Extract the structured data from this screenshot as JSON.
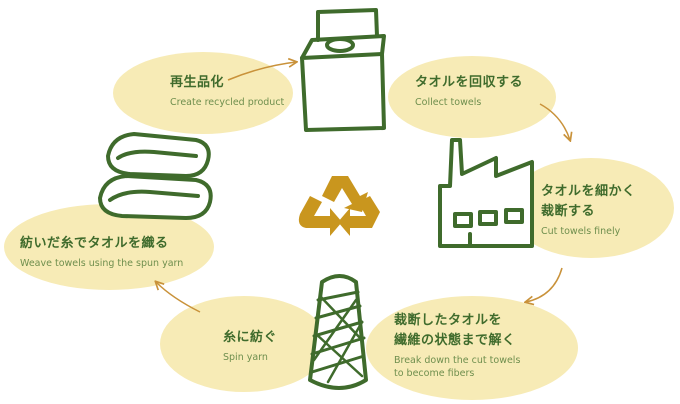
{
  "steps": [
    {
      "jp": "再生品化",
      "en": "Create recycled product",
      "icon": "washing-machine-icon"
    },
    {
      "jp": "タオルを回収する",
      "en": "Collect towels",
      "icon": "washing-machine-icon"
    },
    {
      "jp": "タオルを細かく",
      "jp2": "裁断する",
      "en": "Cut towels finely",
      "icon": "factory-icon"
    },
    {
      "jp": "裁断したタオルを",
      "jp2": "繊維の状態まで解く",
      "en": "Break down the cut towels",
      "en2": "to become fibers",
      "icon": "yarn-cone-icon"
    },
    {
      "jp": "糸に紡ぐ",
      "en": "Spin yarn",
      "icon": "yarn-cone-icon"
    },
    {
      "jp": "紡いだ糸でタオルを織る",
      "en": "Weave towels using the spun yarn",
      "icon": "folded-towels-icon"
    }
  ],
  "colors": {
    "line": "#3f6b2c",
    "blob": "#f7ebb6",
    "arrow": "#c9923a",
    "recycle": "#c9961e"
  }
}
